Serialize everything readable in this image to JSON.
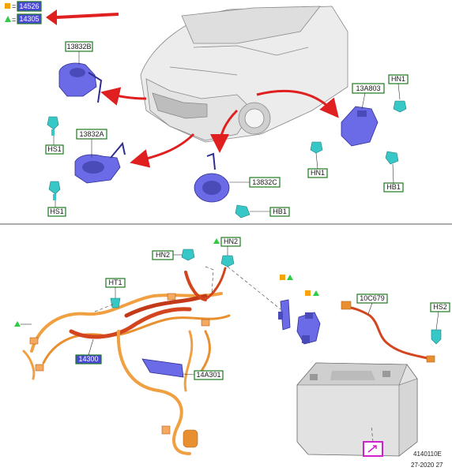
{
  "legend": [
    {
      "symbol": "square",
      "color": "#f4a300",
      "text": "14526"
    },
    {
      "symbol": "triangle",
      "color": "#2ecc40",
      "text": "14305"
    }
  ],
  "labels": {
    "13832B": "13832B",
    "HS1_top": "HS1",
    "13832A": "13832A",
    "HS1_bottom": "HS1",
    "13832C": "13832C",
    "HB1_mid": "HB1",
    "13A803": "13A803",
    "HN1_top": "HN1",
    "HN1_left": "HN1",
    "HB1_right": "HB1",
    "HN2_top": "HN2",
    "HN2_left": "HN2",
    "HT1": "HT1",
    "14300": "14300",
    "14A301": "14A301",
    "10C679": "10C679",
    "HS2": "HS2"
  },
  "footer": {
    "code": "4140110E",
    "date": "27-2020 27"
  },
  "colors": {
    "part_blue": "#6b6be8",
    "harness_orange": "#f0a040",
    "harness_red": "#d2451e",
    "arrow_red": "#e02020",
    "label_border": "#1f7a1f",
    "fastener_teal": "#37c7c7"
  }
}
